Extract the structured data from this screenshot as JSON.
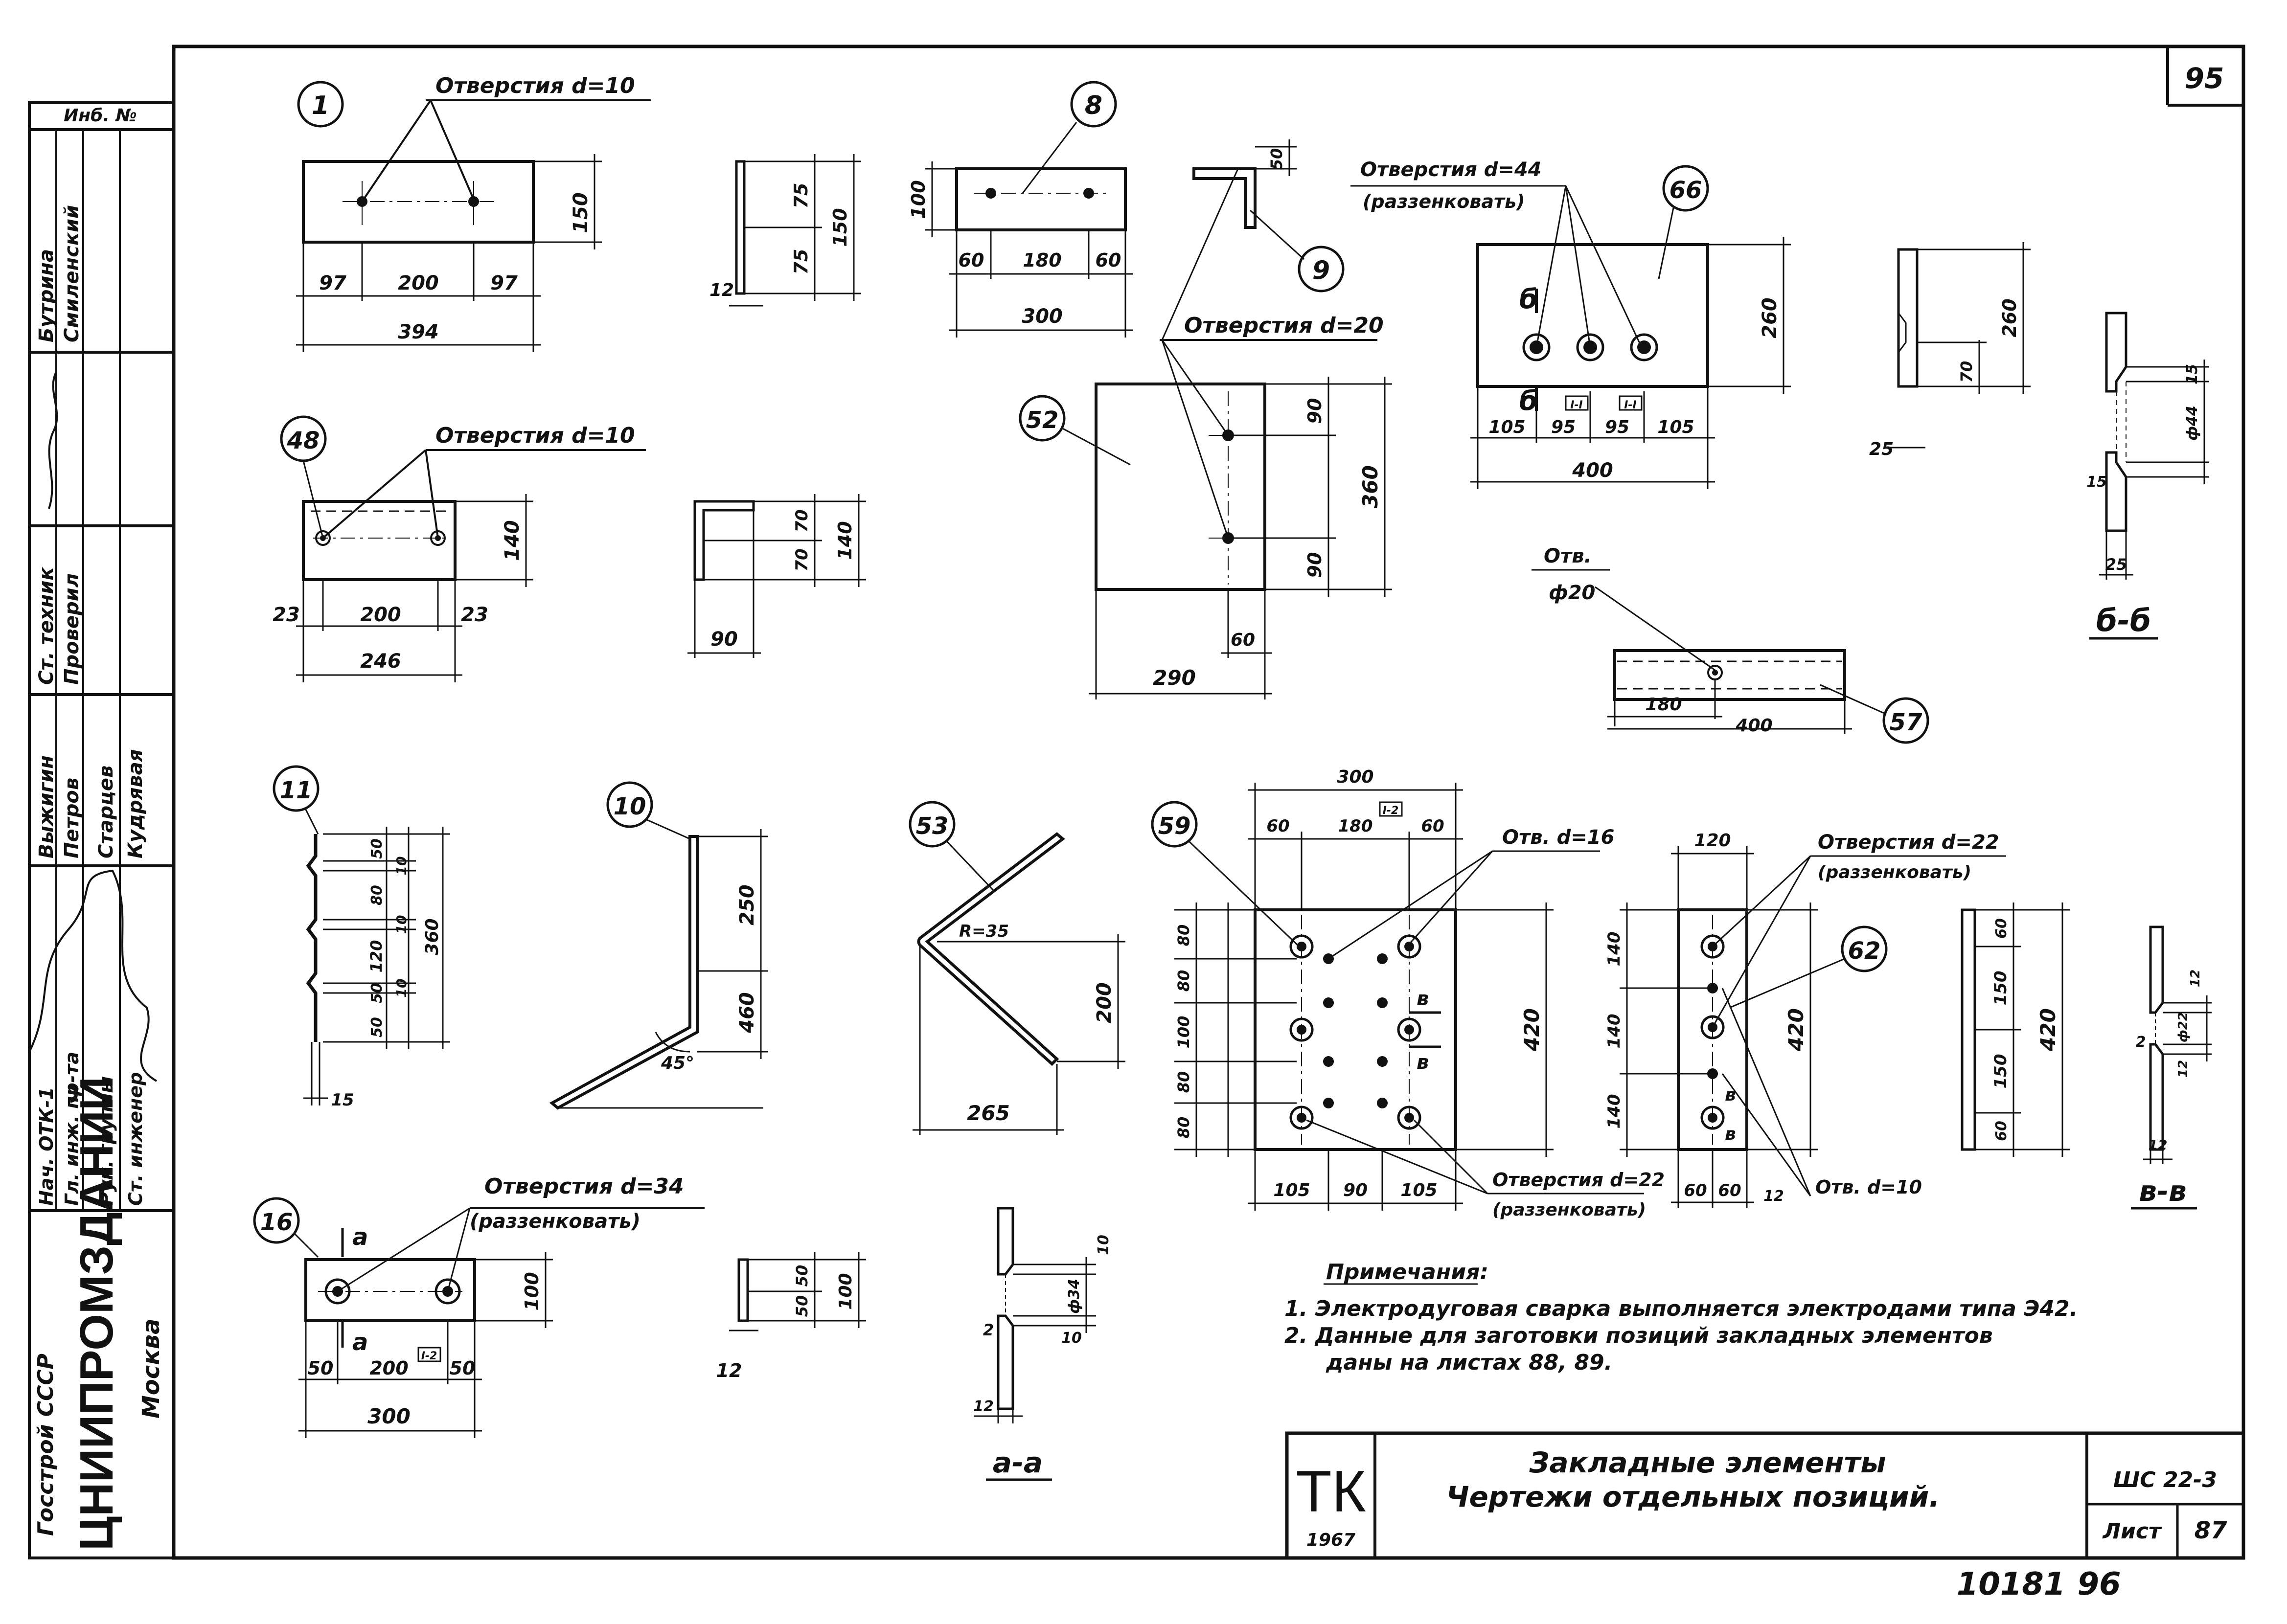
{
  "sheet_number": "95",
  "bottom_numbers": [
    "10181",
    "96"
  ],
  "stamp": {
    "inv_label": "Инб. №",
    "roles_block_1": [
      "Бутрина",
      "Смиленский"
    ],
    "roles_block_2": [
      "Ст. техник",
      "Проверил"
    ],
    "roles_block_3": [
      "Выжигин",
      "Петров",
      "Старцев",
      "Кудрявая"
    ],
    "roles_block_4": [
      "Нач. ОТК-1",
      "Гл. инж. пр-та",
      "Рук. группы",
      "Ст. инженер"
    ],
    "org_ministry": "Госстрой СССР",
    "org_name": "ЦНИИПРОМЗДАНИЙ",
    "org_city": "Москва"
  },
  "title_block": {
    "tk": "ТК",
    "year": "1967",
    "title_line1": "Закладные элементы",
    "title_line2": "Чертежи отдельных позиций.",
    "code": "ШС 22-3",
    "sheet_label": "Лист",
    "sheet_value": "87"
  },
  "notes": {
    "heading": "Примечания:",
    "items": [
      "1. Электродуговая сварка выполняется электродами типа Э42.",
      "2. Данные для заготовки позиций закладных элементов",
      "даны на листах 88, 89."
    ]
  },
  "parts": {
    "p1": {
      "mark": "1",
      "holes": "Отверстия d=10",
      "dims": [
        "97",
        "200",
        "97",
        "394",
        "150"
      ]
    },
    "p1_side": {
      "dims": [
        "75",
        "75",
        "150",
        "12"
      ]
    },
    "p8": {
      "mark": "8",
      "dims": [
        "100",
        "60",
        "180",
        "60",
        "300"
      ]
    },
    "p9": {
      "mark": "9",
      "dims": [
        "50"
      ]
    },
    "p66": {
      "mark": "66",
      "holes": "Отверстия d=44",
      "note": "(раззенковать)",
      "section": "б",
      "dims": [
        "260",
        "105",
        "95",
        "95",
        "105",
        "400"
      ],
      "tag": "I-I"
    },
    "p66_side": {
      "dims": [
        "260",
        "70",
        "25"
      ]
    },
    "sec_bb": {
      "label": "б-б",
      "dims": [
        "15",
        "ф44",
        "15",
        "25"
      ]
    },
    "p48": {
      "mark": "48",
      "holes": "Отверстия d=10",
      "dims": [
        "23",
        "200",
        "23",
        "246",
        "140"
      ]
    },
    "p48_side": {
      "dims": [
        "70",
        "70",
        "140",
        "90"
      ]
    },
    "p52": {
      "mark": "52",
      "holes": "Отверстия d=20",
      "dims": [
        "90",
        "360",
        "90",
        "60",
        "290"
      ]
    },
    "p57": {
      "mark": "57",
      "hole_label": "Отв.",
      "hole_dia": "ф20",
      "dims": [
        "180",
        "400"
      ]
    },
    "p11": {
      "mark": "11",
      "dims": [
        "50",
        "10",
        "80",
        "10",
        "120",
        "360",
        "50",
        "10",
        "50",
        "15"
      ]
    },
    "p10": {
      "mark": "10",
      "dims": [
        "250",
        "460",
        "45°"
      ]
    },
    "p53": {
      "mark": "53",
      "radius": "R=35",
      "dims": [
        "200",
        "265"
      ]
    },
    "p59": {
      "mark": "59",
      "holes_small": "Отв. d=16",
      "holes_large": "Отверстия d=22",
      "note": "(раззенковать)",
      "section": "в",
      "tag": "I-2",
      "dims": [
        "300",
        "60",
        "180",
        "60",
        "80",
        "80",
        "100",
        "80",
        "80",
        "420",
        "105",
        "90",
        "105"
      ]
    },
    "p62": {
      "mark": "62",
      "holes_large": "Отверстия d=22",
      "note": "(раззенковать)",
      "holes_small": "Отв. d=10",
      "section": "в",
      "dims": [
        "120",
        "140",
        "140",
        "140",
        "420",
        "60",
        "60",
        "12"
      ]
    },
    "p62_side": {
      "dims": [
        "60",
        "150",
        "150",
        "60",
        "420"
      ]
    },
    "sec_vv": {
      "label": "в-в",
      "dims": [
        "12",
        "ф22",
        "12",
        "12",
        "2"
      ]
    },
    "p16": {
      "mark": "16",
      "holes": "Отверстия d=34",
      "note": "(раззенковать)",
      "section": "а",
      "tag": "I-2",
      "dims": [
        "100",
        "50",
        "200",
        "50",
        "300"
      ]
    },
    "p16_side": {
      "dims": [
        "50",
        "50",
        "100",
        "12"
      ]
    },
    "sec_aa": {
      "label": "а-а",
      "dims": [
        "10",
        "ф34",
        "10",
        "2",
        "12"
      ]
    }
  }
}
